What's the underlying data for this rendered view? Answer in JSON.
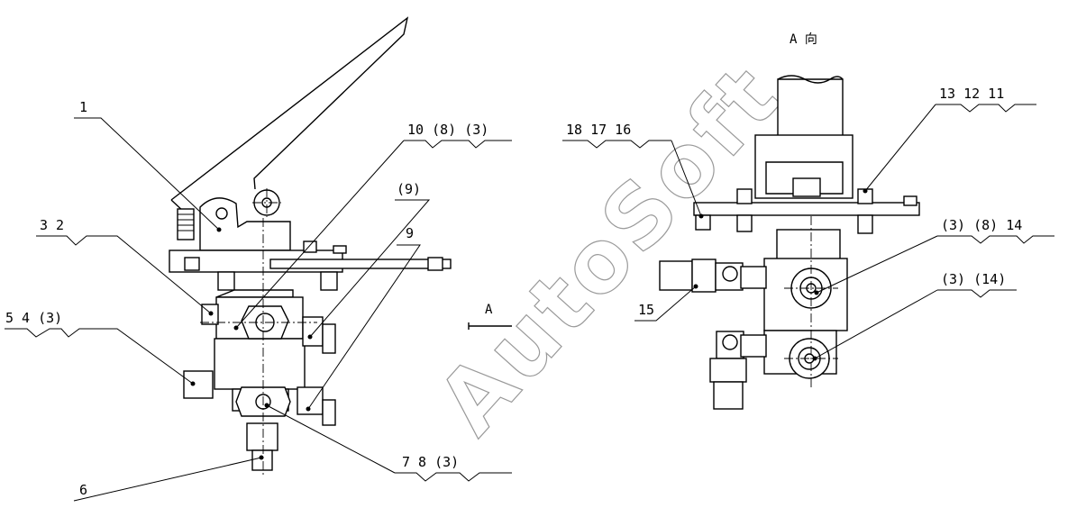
{
  "view_title": "A 向",
  "section_marker": "A",
  "watermark": "AutoSoft",
  "callouts_left": {
    "c1": "1",
    "c2": "3 2",
    "c3": "5 4 (3)",
    "c4": "10 (8) (3)",
    "c5": "(9)",
    "c6": "9",
    "c7": "7 8 (3)",
    "c8": "6"
  },
  "callouts_right": {
    "c1": "18 17 16",
    "c2": "13 12 11",
    "c3": "(3) (8) 14",
    "c4": "(3) (14)",
    "c5": "15"
  }
}
